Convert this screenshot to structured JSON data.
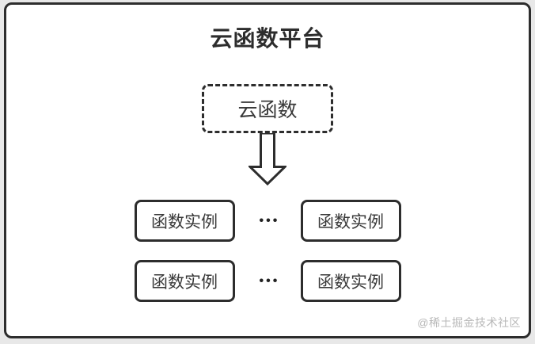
{
  "window": {
    "background": "#e8e8e8",
    "card_background": "#ffffff",
    "line_color": "#2d2d2d",
    "watermark_color": "#b8b8b8"
  },
  "diagram": {
    "title": "云函数平台",
    "cloud_function_node": {
      "label": "云函数"
    },
    "instance_rows": [
      {
        "left_label": "函数实例",
        "separator": "•••",
        "right_label": "函数实例"
      },
      {
        "left_label": "函数实例",
        "separator": "•••",
        "right_label": "函数实例"
      }
    ],
    "watermark": "@稀土掘金技术社区"
  }
}
